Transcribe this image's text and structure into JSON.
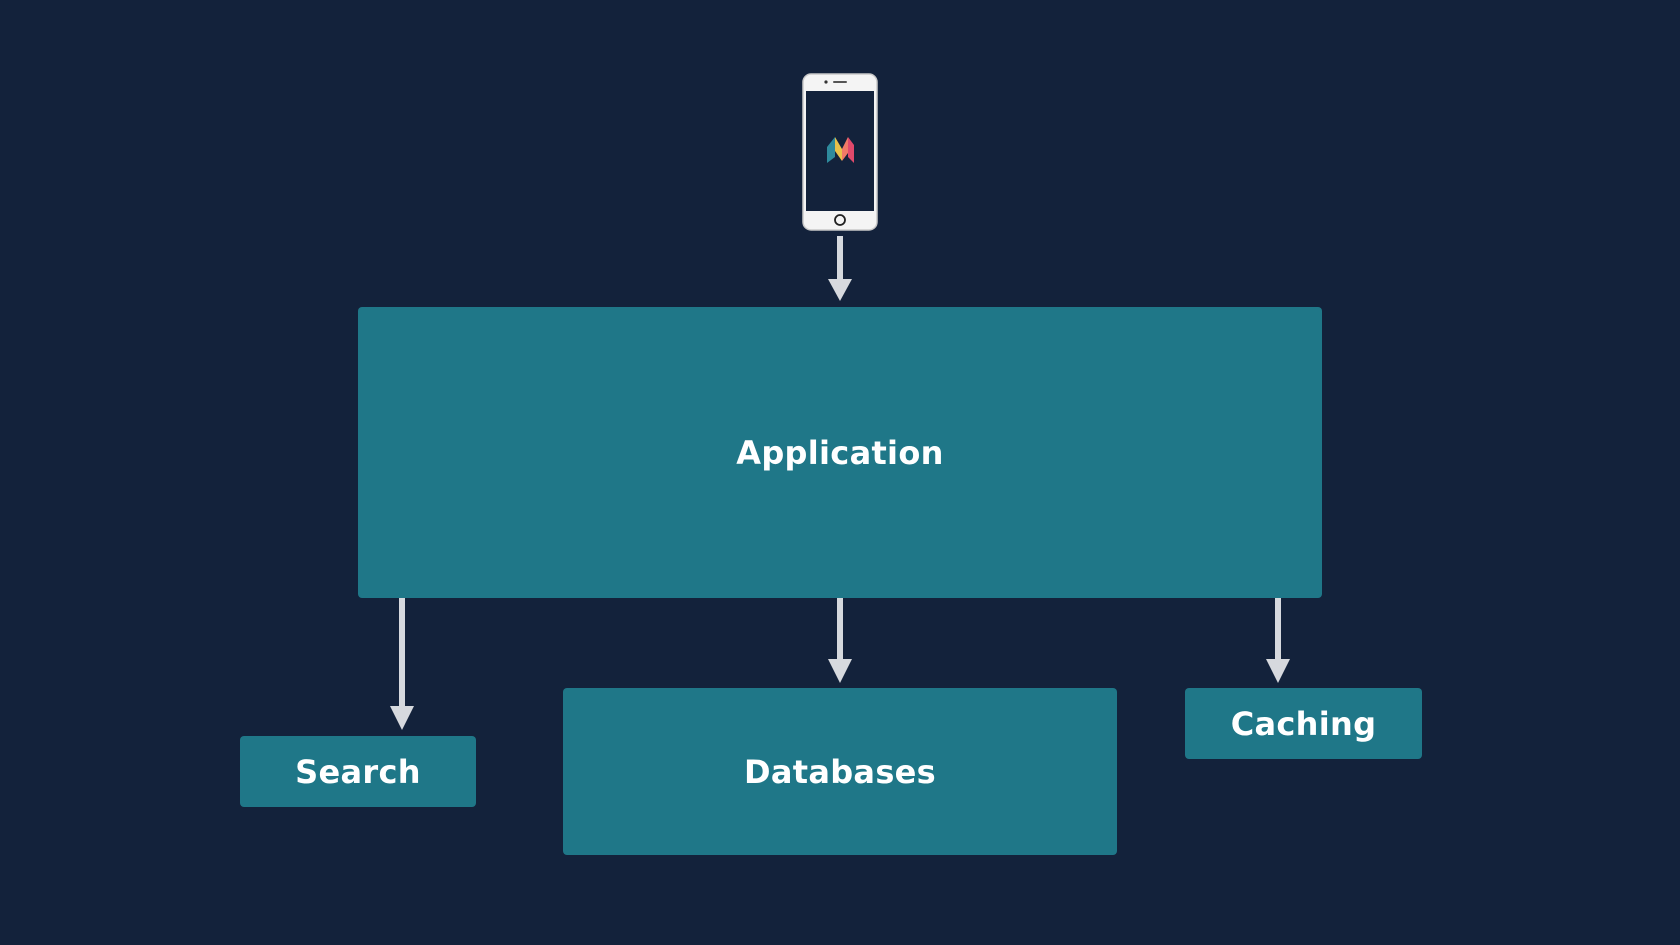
{
  "diagram": {
    "nodes": {
      "application": {
        "label": "Application"
      },
      "search": {
        "label": "Search"
      },
      "databases": {
        "label": "Databases"
      },
      "caching": {
        "label": "Caching"
      }
    },
    "client": {
      "icon": "smartphone-icon",
      "logo": "m-logo-icon"
    },
    "edges": [
      {
        "from": "client",
        "to": "application"
      },
      {
        "from": "application",
        "to": "search"
      },
      {
        "from": "application",
        "to": "databases"
      },
      {
        "from": "application",
        "to": "caching"
      }
    ]
  },
  "colors": {
    "background": "#13223b",
    "box": "#1f7788",
    "arrow": "#d6d9de",
    "text": "#ffffff"
  }
}
